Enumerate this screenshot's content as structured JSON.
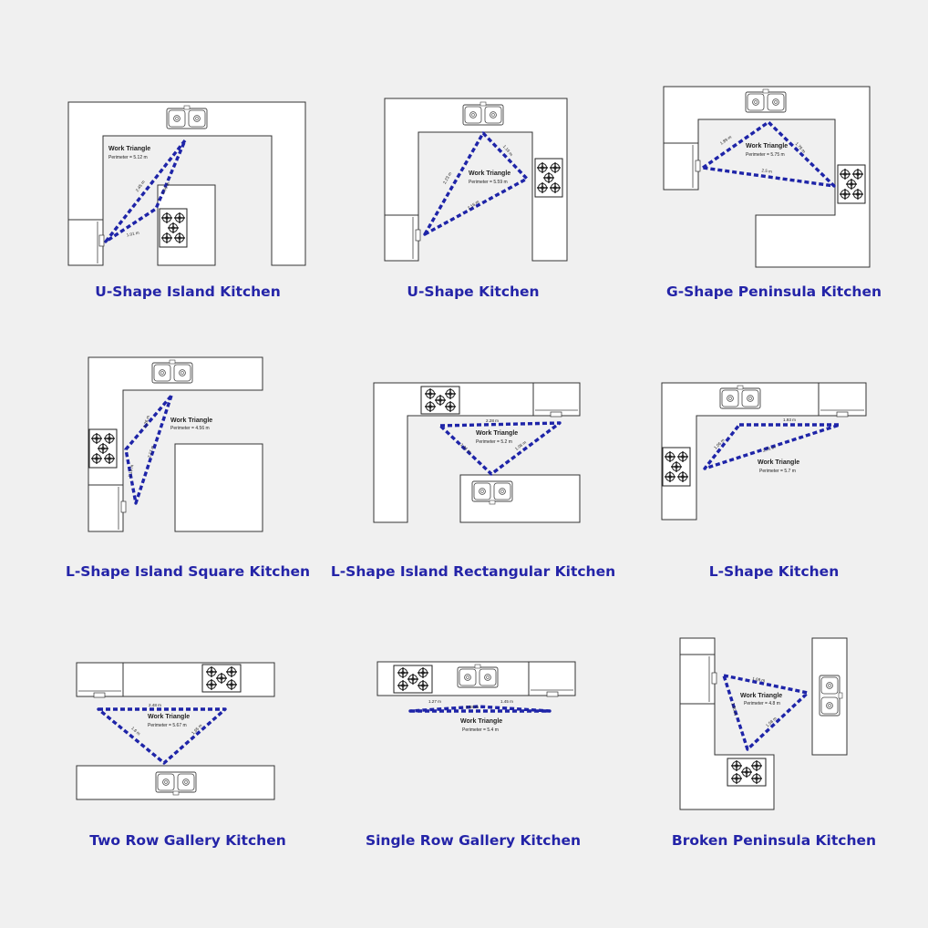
{
  "colors": {
    "background": "#f0f0f0",
    "caption": "#2424a8",
    "triangle": "#1e24a8"
  },
  "triangle_label": "Work Triangle",
  "kitchens": [
    {
      "caption": "U-Shape Island Kitchen",
      "perimeter": "Perimeter = 5.12 m",
      "segments": [
        "2.45 m",
        "1.66 m",
        "1.01 m"
      ]
    },
    {
      "caption": "U-Shape Kitchen",
      "perimeter": "Perimeter = 5.59 m",
      "segments": [
        "2.23 m",
        "1.16 m",
        "2.16 m"
      ]
    },
    {
      "caption": "G-Shape Peninsula Kitchen",
      "perimeter": "Perimeter = 5.75 m",
      "segments": [
        "1.89 m",
        "1.76 m",
        "2.5 m"
      ]
    },
    {
      "caption": "L-Shape Island Square Kitchen",
      "perimeter": "Perimeter = 4.56 m",
      "segments": [
        "1.26 m",
        "2.17 m",
        "1.13 m"
      ]
    },
    {
      "caption": "L-Shape Island Rectangular Kitchen",
      "perimeter": "Perimeter = 5.2 m",
      "segments": [
        "2.28 m",
        "1.31 m",
        "1.06 m"
      ]
    },
    {
      "caption": "L-Shape Kitchen",
      "perimeter": "Perimeter = 5.7 m",
      "segments": [
        "1.93 m",
        "1.06 m",
        "2.72 m"
      ]
    },
    {
      "caption": "Two Row Gallery Kitchen",
      "perimeter": "Perimeter = 5.67 m",
      "segments": [
        "2.48 m",
        "1.6 m",
        "1.65 m"
      ]
    },
    {
      "caption": "Single Row Gallery Kitchen",
      "perimeter": "Perimeter = 5.4 m",
      "segments": [
        "1.27 m",
        "1.45 m",
        "2.68 m"
      ]
    },
    {
      "caption": "Broken Peninsula Kitchen",
      "perimeter": "Perimeter = 4.8 m",
      "segments": [
        "1.69 m",
        "1.60 m",
        "1.58 m"
      ]
    }
  ]
}
